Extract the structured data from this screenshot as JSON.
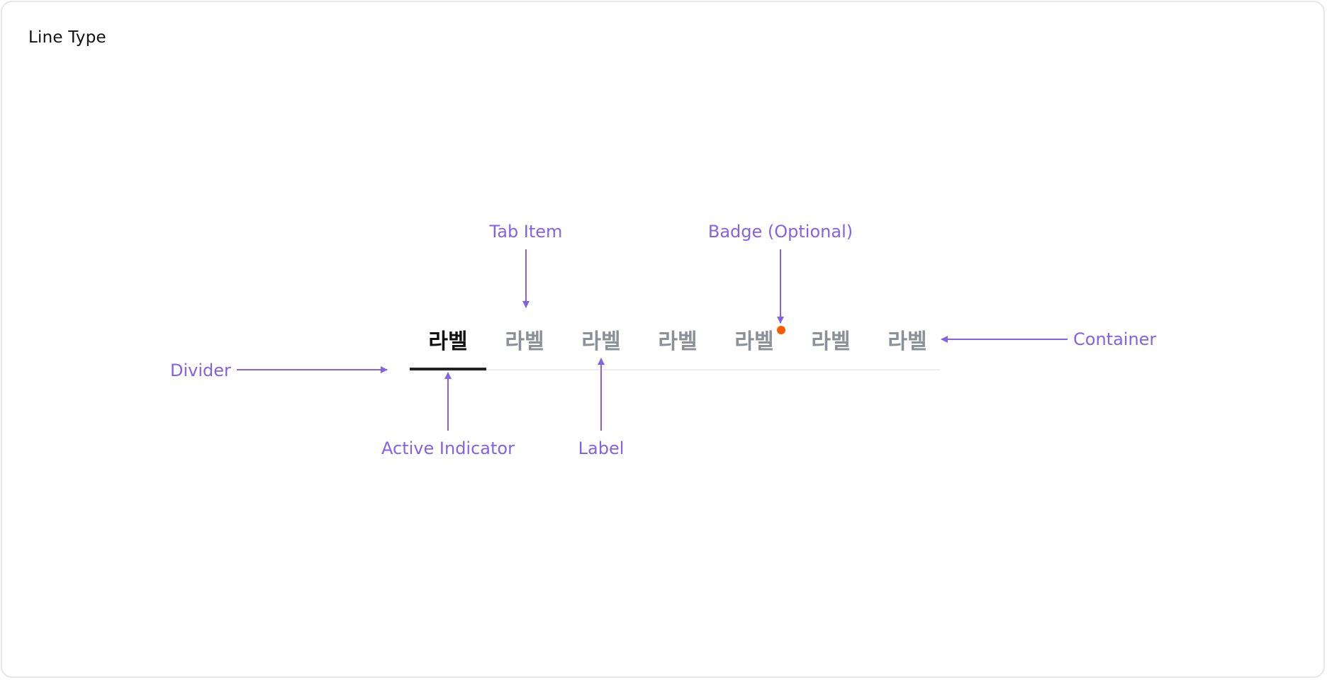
{
  "title": "Line Type",
  "tabs": [
    {
      "label": "라벨",
      "active": true,
      "badge": false
    },
    {
      "label": "라벨",
      "active": false,
      "badge": false
    },
    {
      "label": "라벨",
      "active": false,
      "badge": false
    },
    {
      "label": "라벨",
      "active": false,
      "badge": false
    },
    {
      "label": "라벨",
      "active": false,
      "badge": true
    },
    {
      "label": "라벨",
      "active": false,
      "badge": false
    },
    {
      "label": "라벨",
      "active": false,
      "badge": false
    }
  ],
  "callouts": {
    "tab_item": "Tab Item",
    "badge": "Badge (Optional)",
    "container": "Container",
    "divider": "Divider",
    "active_indicator": "Active Indicator",
    "label": "Label"
  },
  "colors": {
    "annotation": "#8462e6",
    "active_text": "#111111",
    "inactive_text": "#8a8f98",
    "active_indicator": "#222222",
    "divider": "#eeeeee",
    "badge": "#ff5a00",
    "frame_border": "#e6e6e6"
  }
}
